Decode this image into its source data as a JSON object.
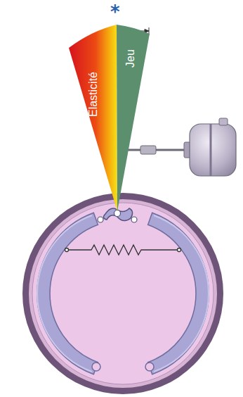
{
  "diagram": {
    "nodes": [
      {
        "text": [
          "Élasticité"
        ]
      },
      {
        "text": [
          "Jeu"
        ]
      }
    ],
    "labels": [
      "*"
    ]
  }
}
